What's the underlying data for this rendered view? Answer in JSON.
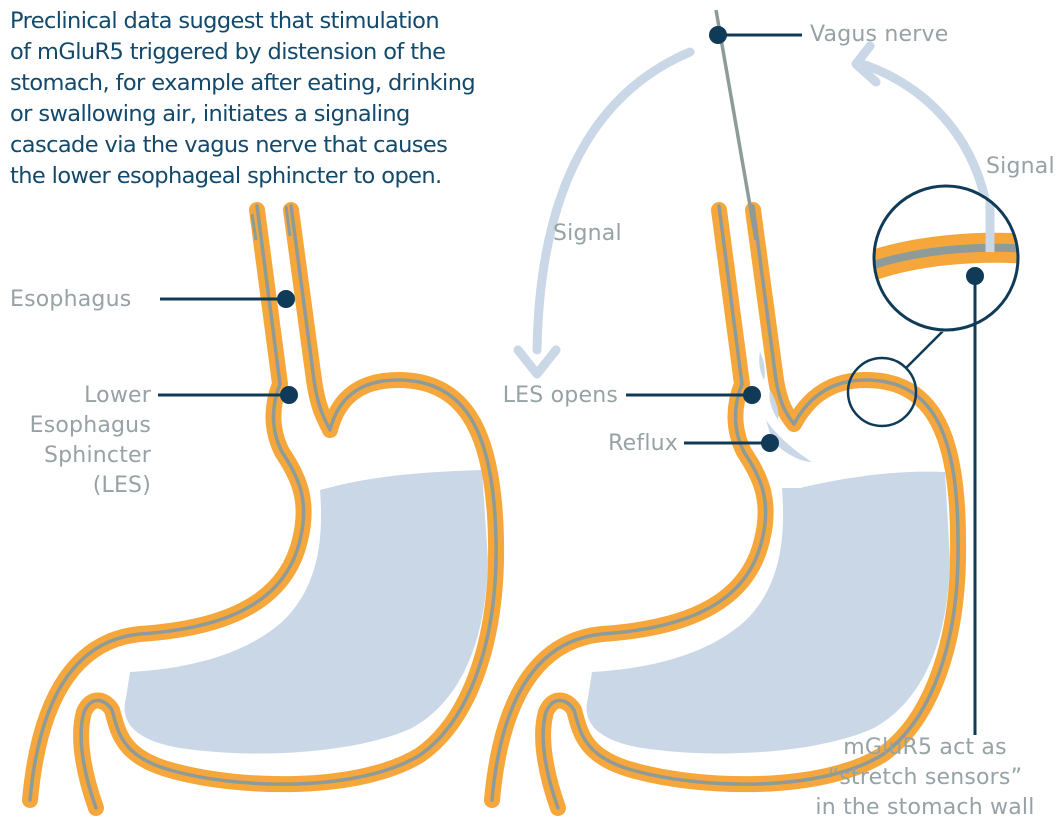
{
  "intro": {
    "lines": [
      "Preclinical data suggest that stimulation",
      "of mGluR5 triggered by distension of the",
      "stomach, for example after eating, drinking",
      "or swallowing air, initiates a signaling",
      "cascade via the vagus nerve that causes",
      "the lower esophageal sphincter to open."
    ]
  },
  "labels": {
    "esophagus": "Esophagus",
    "les": [
      "Lower",
      "Esophagus",
      "Sphincter",
      "(LES)"
    ],
    "signal_left": "Signal",
    "signal_right": "Signal",
    "vagus_nerve": "Vagus nerve",
    "les_opens": "LES opens",
    "reflux": "Reflux",
    "sensors": [
      "mGluR5 act as",
      "“stretch sensors”",
      "in the stomach wall"
    ]
  },
  "colors": {
    "intro_text": "#13496b",
    "label_text": "#97a2a6",
    "stomach_wall": "#f5a73b",
    "wall_lining": "#8f9b98",
    "stomach_contents": "#c9d7e7",
    "arrow": "#c9d7e7",
    "leader_dot": "#0f3b58"
  }
}
